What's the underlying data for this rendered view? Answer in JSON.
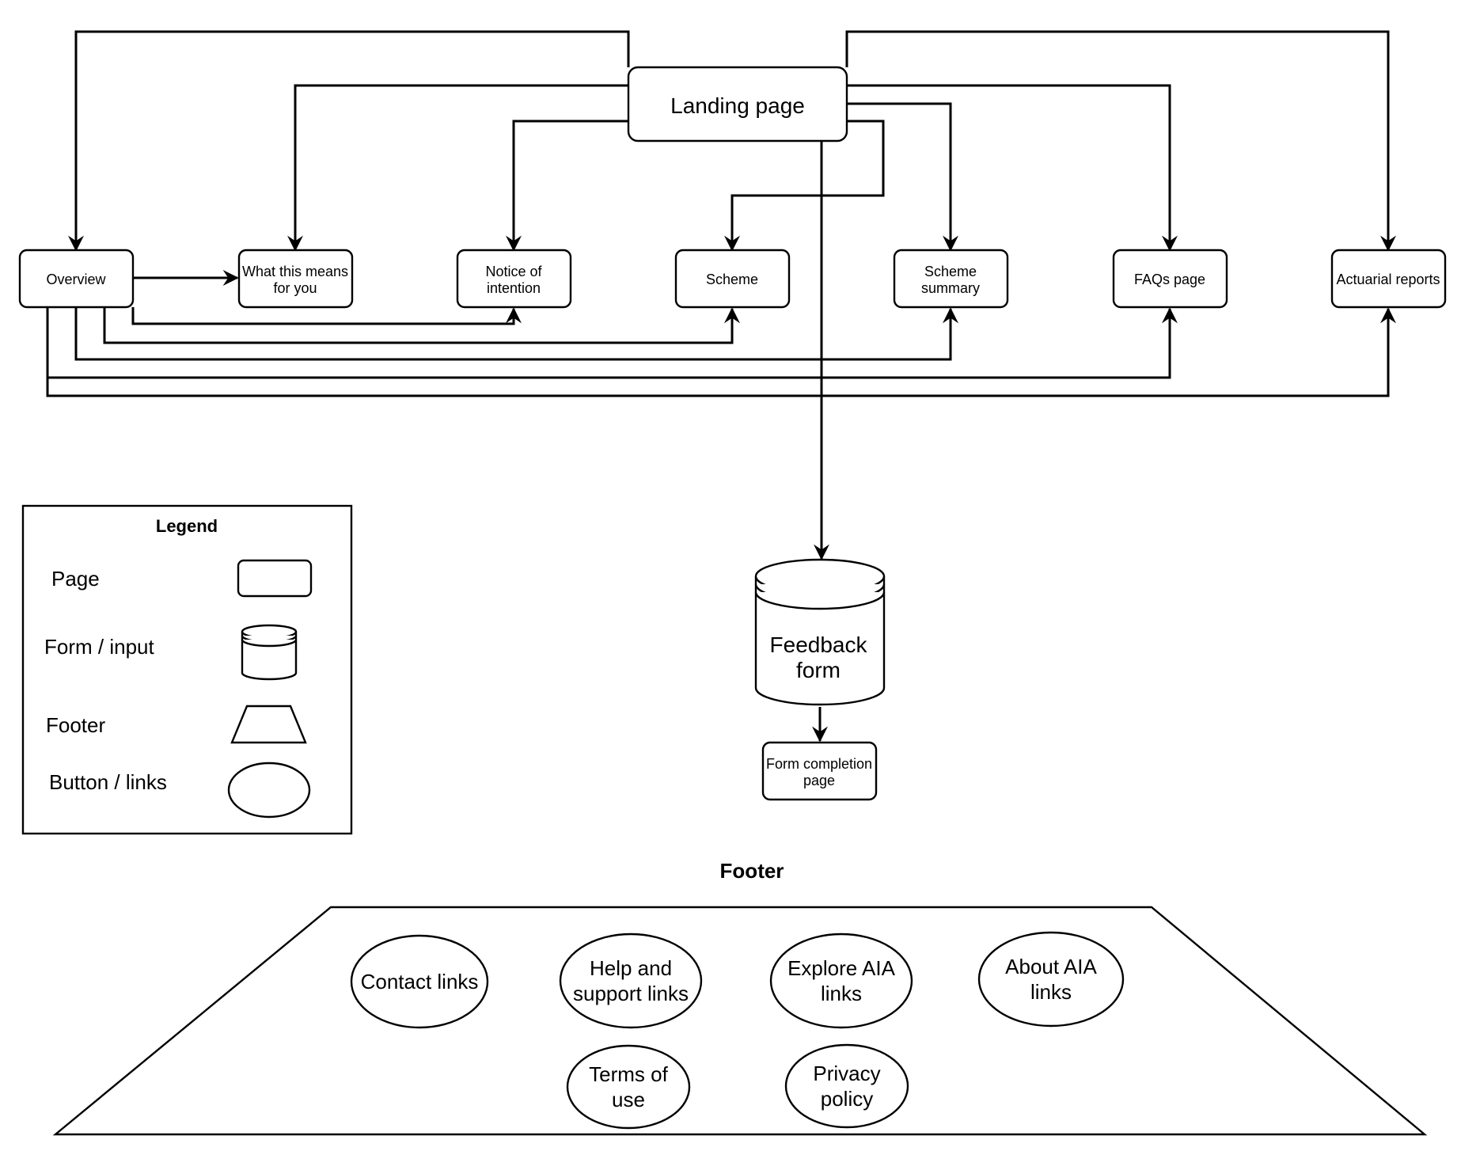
{
  "nodes": {
    "landing": "Landing page",
    "overview": "Overview",
    "what_means_1": "What this means",
    "what_means_2": "for you",
    "notice_1": "Notice of",
    "notice_2": "intention",
    "scheme": "Scheme",
    "scheme_summary_1": "Scheme",
    "scheme_summary_2": "summary",
    "faqs": "FAQs page",
    "actuarial": "Actuarial reports",
    "feedback_1": "Feedback",
    "feedback_2": "form",
    "completion_1": "Form completion",
    "completion_2": "page"
  },
  "legend": {
    "title": "Legend",
    "page": "Page",
    "form": "Form / input",
    "footer": "Footer",
    "button": "Button / links"
  },
  "footer": {
    "title": "Footer",
    "contact": "Contact links",
    "help_1": "Help and",
    "help_2": "support links",
    "explore_1": "Explore AIA",
    "explore_2": "links",
    "about_1": "About AIA",
    "about_2": "links",
    "terms_1": "Terms of",
    "terms_2": "use",
    "privacy_1": "Privacy",
    "privacy_2": "policy"
  }
}
